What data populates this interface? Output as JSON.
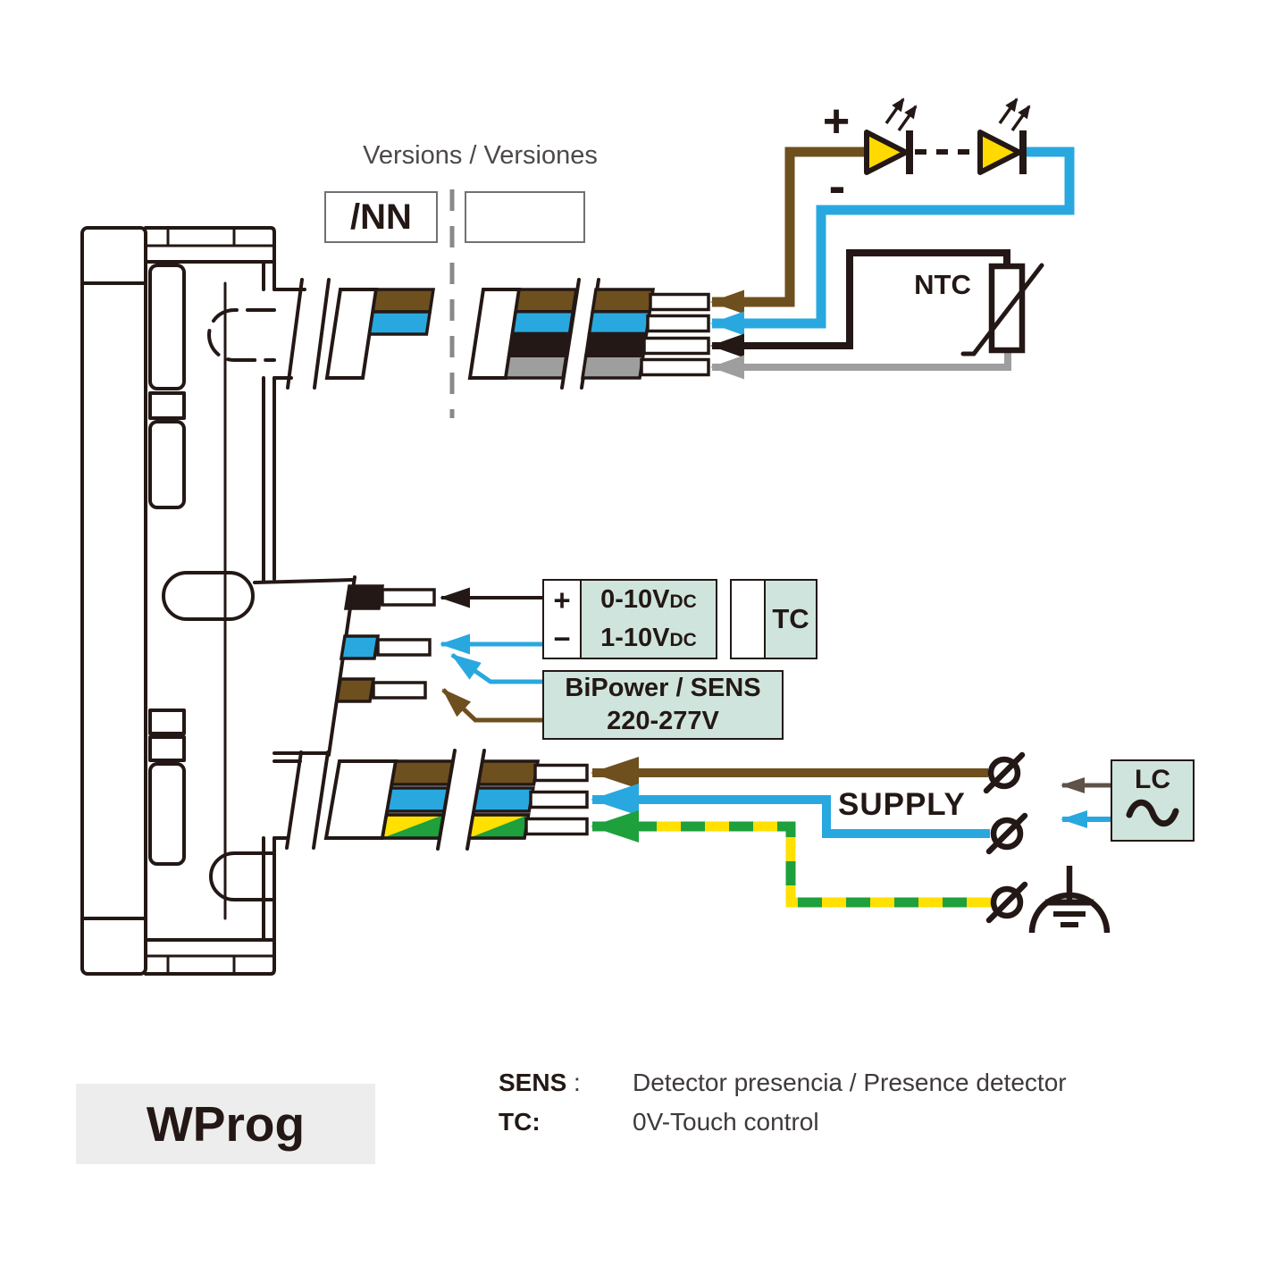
{
  "colors": {
    "dark": "#231815",
    "brown": "#6E4F1E",
    "blue": "#29A8DF",
    "gray": "#9E9E9E",
    "green": "#1EA03C",
    "yellow": "#FFE000",
    "led-yellow": "#FFD900",
    "teal": "#CFE4DC",
    "taupe": "#5F5248",
    "box-gray": "#EDEDED",
    "dash-gray": "#898989"
  },
  "versions": {
    "title": "Versions / Versiones",
    "option_nn": "/NN",
    "option_blank": ""
  },
  "led_circuit": {
    "plus": "+",
    "minus": "-",
    "ntc_label": "NTC"
  },
  "control": {
    "plus": "+",
    "minus": "−",
    "range1_main": "0-10V",
    "range1_sub": "DC",
    "range2_main": "1-10V",
    "range2_sub": "DC",
    "tc": "TC",
    "bipower_line1": "BiPower / SENS",
    "bipower_line2": "220-277V"
  },
  "supply": {
    "label": "SUPPLY",
    "lc": "LC"
  },
  "legend": {
    "sens_term": "SENS",
    "sens_colon": ":",
    "sens_desc": "Detector presencia /  Presence detector",
    "tc_term": "TC:",
    "tc_desc": "0V-Touch control"
  },
  "product": {
    "name": "WProg"
  }
}
